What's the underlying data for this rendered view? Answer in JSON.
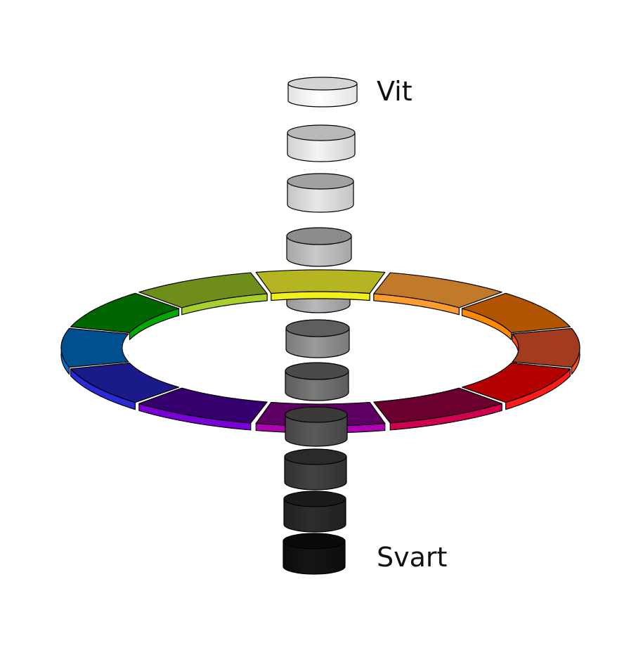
{
  "labels": {
    "top": "Vit",
    "bottom": "Svart"
  },
  "gray_scale": {
    "order": "top-to-bottom",
    "levels": [
      {
        "top": "#d4d4d4",
        "side_light": "#ffffff",
        "side_dark": "#e3e3e3"
      },
      {
        "top": "#b8b8b8",
        "side_light": "#f4f4f4",
        "side_dark": "#d0d0d0"
      },
      {
        "top": "#a1a1a1",
        "side_light": "#e8e8e8",
        "side_dark": "#c4c4c4"
      },
      {
        "top": "#8c8c8c",
        "side_light": "#c8c8c8",
        "side_dark": "#a6a6a6"
      },
      {
        "top": "#7c7c7c",
        "side_light": "#b8b8b8",
        "side_dark": "#969696"
      },
      {
        "top": "#5e5e5e",
        "side_light": "#9a9a9a",
        "side_dark": "#7a7a7a"
      },
      {
        "top": "#4a4a4a",
        "side_light": "#7a7a7a",
        "side_dark": "#5c5c5c"
      },
      {
        "top": "#3a3a3a",
        "side_light": "#5a5a5a",
        "side_dark": "#444444"
      },
      {
        "top": "#2a2a2a",
        "side_light": "#444444",
        "side_dark": "#303030"
      },
      {
        "top": "#1a1a1a",
        "side_light": "#2e2e2e",
        "side_dark": "#202020"
      },
      {
        "top": "#0a0a0a",
        "side_light": "#161616",
        "side_dark": "#0c0c0c"
      }
    ]
  },
  "hue_ring": {
    "segments": [
      {
        "hue": "yellow",
        "top": "#b5b521",
        "side": "#f0f01a"
      },
      {
        "hue": "yellow-orange",
        "top": "#c07a2a",
        "side": "#ff9c2e"
      },
      {
        "hue": "orange",
        "top": "#b25500",
        "side": "#ff8a00"
      },
      {
        "hue": "red-orange",
        "top": "#a33c1f",
        "side": "#ff4a1a"
      },
      {
        "hue": "red",
        "top": "#b30000",
        "side": "#ff1a1a"
      },
      {
        "hue": "red-violet",
        "top": "#6b0030",
        "side": "#d0004f"
      },
      {
        "hue": "violet",
        "top": "#5e0063",
        "side": "#b000b5"
      },
      {
        "hue": "blue-violet",
        "top": "#35006e",
        "side": "#7a00d8"
      },
      {
        "hue": "blue",
        "top": "#1a1a8a",
        "side": "#2a2ad8"
      },
      {
        "hue": "blue-green",
        "top": "#00508f",
        "side": "#0070d0"
      },
      {
        "hue": "green",
        "top": "#006600",
        "side": "#00a800"
      },
      {
        "hue": "yellow-green",
        "top": "#6f8d1a",
        "side": "#a8d02a"
      }
    ]
  }
}
